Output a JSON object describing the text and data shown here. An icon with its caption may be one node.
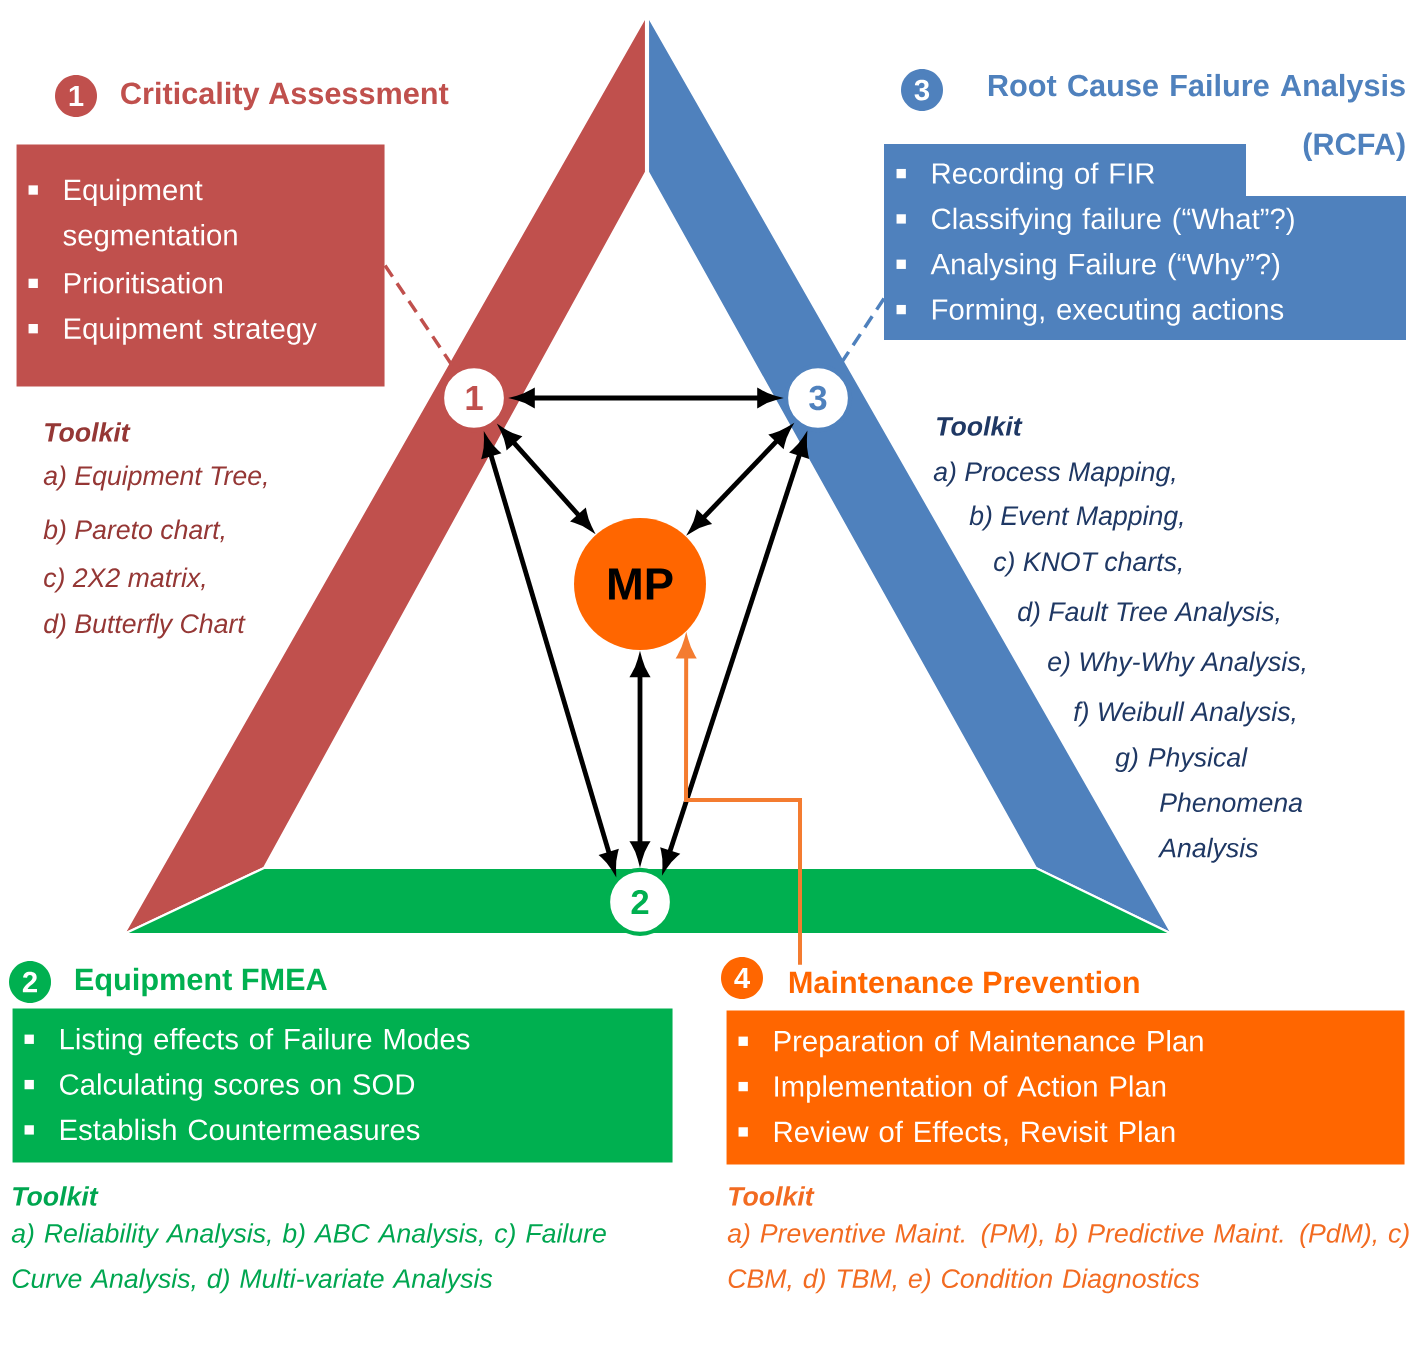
{
  "diagram": {
    "nodes": [
      {
        "text": [
          "1",
          "Criticality Assessment",
          "Equipment segmentation",
          "Prioritisation",
          "Equipment strategy"
        ],
        "beside": [
          "Toolkit",
          "a) Equipment Tree,",
          "b) Pareto chart,",
          "c) 2X2 matrix,",
          "d) Butterfly Chart"
        ]
      },
      {
        "text": [
          "3",
          "Root Cause Failure Analysis (RCFA)",
          "Recording of FIR",
          "Classifying failure (“What”?)",
          "Analysing Failure (“Why”?)",
          "Forming, executing actions"
        ],
        "beside": [
          "Toolkit",
          "a) Process Mapping,",
          "b) Event Mapping,",
          "c) KNOT charts,",
          "d) Fault Tree Analysis,",
          "e) Why-Why Analysis,",
          "f) Weibull Analysis,",
          "g) Physical Phenomena Analysis"
        ]
      },
      {
        "text": [
          "1"
        ]
      },
      {
        "text": [
          "3"
        ]
      },
      {
        "text": [
          "MP"
        ]
      },
      {
        "text": [
          "2"
        ]
      },
      {
        "text": [
          "2",
          "Equipment FMEA",
          "Listing effects of Failure Modes",
          "Calculating scores on SOD",
          "Establish Countermeasures"
        ],
        "beside": [
          "Toolkit",
          "a) Reliability Analysis, b) ABC Analysis, c) Failure Curve Analysis, d) Multi-variate Analysis"
        ]
      },
      {
        "text": [
          "4",
          "Maintenance Prevention",
          "Preparation of Maintenance Plan",
          "Implementation of Action Plan",
          "Review of Effects, Revisit Plan"
        ],
        "beside": [
          "Toolkit",
          "a) Preventive Maint. (PM), b) Predictive Maint. (PdM), c) CBM, d) TBM, e) Condition Diagnostics"
        ]
      }
    ],
    "edges": [
      {
        "from": 2,
        "to": 3,
        "arrow": "both"
      },
      {
        "from": 2,
        "to": 4,
        "arrow": "both"
      },
      {
        "from": 3,
        "to": 4,
        "arrow": "both"
      },
      {
        "from": 2,
        "to": 5,
        "arrow": "both"
      },
      {
        "from": 3,
        "to": 5,
        "arrow": "both"
      },
      {
        "from": 4,
        "to": 5,
        "arrow": "both"
      },
      {
        "from": 0,
        "to": 2,
        "arrow": "none",
        "style": "dashed",
        "color": "#c0504d"
      },
      {
        "from": 1,
        "to": 3,
        "arrow": "none",
        "style": "dashed",
        "color": "#4f81bd"
      },
      {
        "from": 7,
        "to": 4,
        "arrow": "to",
        "color": "#f47c30"
      }
    ]
  }
}
